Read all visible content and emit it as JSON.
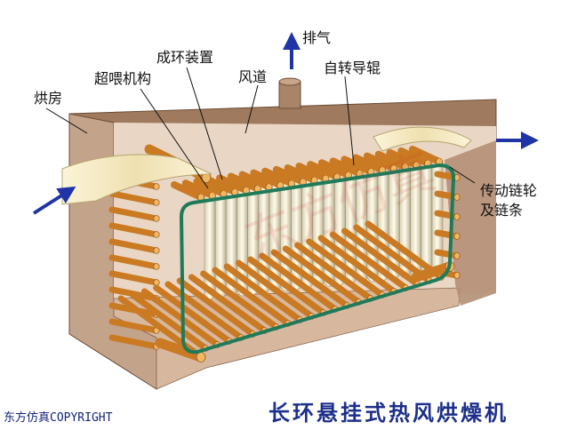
{
  "title": "长环悬挂式热风烘燥机",
  "copyright": "东方仿真COPYRIGHT",
  "watermark": "东方仿真",
  "labels": {
    "exhaust": "排气",
    "looping_device": "成环装置",
    "air_duct": "风道",
    "overfeed": "超喂机构",
    "self_rotating_rollers": "自转导辊",
    "oven": "烘房",
    "drive_sprocket": "传动链轮",
    "and_chain": "及链条"
  },
  "colors": {
    "housing_top": "#a07a5e",
    "housing_front": "#c4a38b",
    "roller": "#d1872a",
    "chain": "#1f7a5a",
    "fabric": "#f2e7c0",
    "arrow": "#1f34a6",
    "title": "#1c2f8a"
  }
}
